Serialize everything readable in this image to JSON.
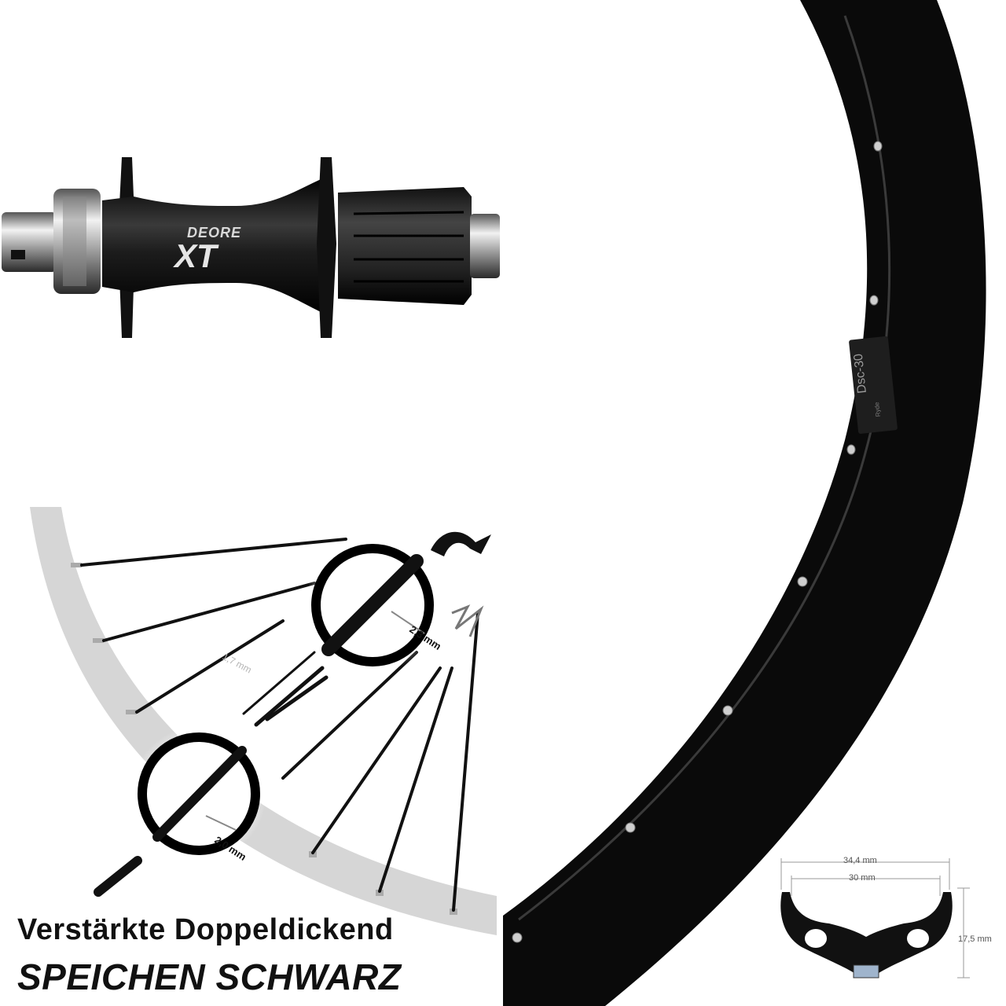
{
  "hub": {
    "brand": "DEORE",
    "model": "XT"
  },
  "rim": {
    "label_main": "Dsc-30",
    "label_small": "Ryde",
    "profile": {
      "outer_width": "34,4 mm",
      "inner_width": "30 mm",
      "height": "17,5 mm"
    }
  },
  "spokes": {
    "thick_section": "2,3 mm",
    "middle_section": "1,7 mm",
    "end_section": "2,0 mm"
  },
  "caption": {
    "line1": "Verstärkte Doppeldickend",
    "line2": "SPEICHEN SCHWARZ"
  },
  "colors": {
    "rim": "#0a0a0a",
    "grey_arc": "#d6d6d6",
    "hub_body": "#1a1a1a",
    "profile_inner": "#ffffff",
    "valve_box": "#9fb4cc"
  }
}
